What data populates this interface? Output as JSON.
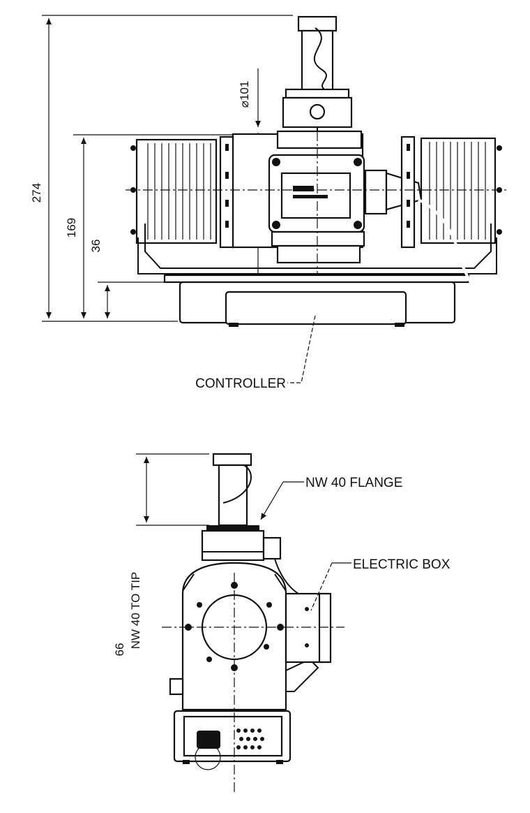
{
  "top_view": {
    "dim_overall_height": "274",
    "dim_flange_height": "169",
    "dim_controller_height": "36",
    "dim_diameter": "⌀101",
    "label_controller": "CONTROLLER"
  },
  "side_view": {
    "label_flange": "NW 40 FLANGE",
    "label_electric_box": "ELECTRIC BOX",
    "dim_tip_value": "66",
    "dim_tip_caption": "NW 40 TO TIP"
  }
}
